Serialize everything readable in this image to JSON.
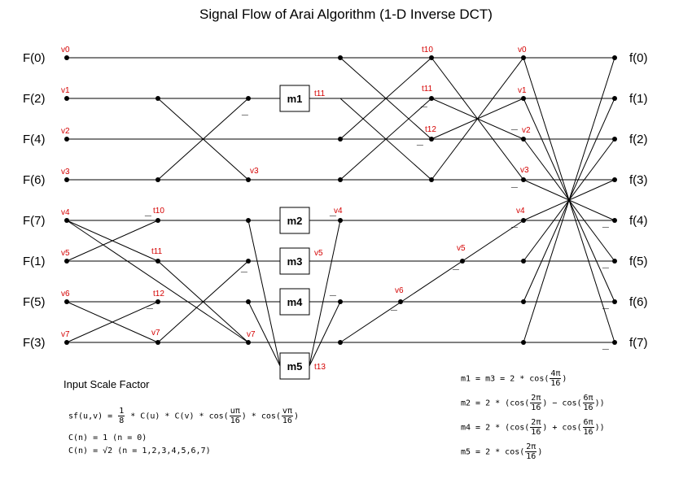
{
  "title": "Signal Flow of Arai Algorithm  (1-D Inverse DCT)",
  "inputs": [
    "F(0)",
    "F(2)",
    "F(4)",
    "F(6)",
    "F(7)",
    "F(1)",
    "F(5)",
    "F(3)"
  ],
  "outputs": [
    "f(0)",
    "f(1)",
    "f(2)",
    "f(3)",
    "f(4)",
    "f(5)",
    "f(6)",
    "f(7)"
  ],
  "multipliers": [
    "m1",
    "m2",
    "m3",
    "m4",
    "m5"
  ],
  "colors": {
    "labels": "#d40000",
    "lines": "#000000"
  },
  "node_labels": {
    "v_inputs": [
      "v0",
      "v1",
      "v2",
      "v3",
      "v4",
      "v5",
      "v6",
      "v7"
    ],
    "stage1": [
      "t10",
      "t11",
      "t12",
      "v7",
      "v3"
    ],
    "m_outputs": [
      "t11",
      "v4",
      "v5",
      "t13"
    ],
    "stage3": [
      "t10",
      "t11",
      "t12",
      "v5",
      "v6"
    ],
    "stage4": [
      "v0",
      "v1",
      "v2",
      "v3",
      "v4"
    ]
  },
  "scale_factor": {
    "title": "Input Scale Factor",
    "sf_prefix": "sf(u,v) = ",
    "sf_frac_num": "1",
    "sf_frac_den": "8",
    "sf_mid": " * C(u) * C(v) * cos(",
    "sf_u_num": "uπ",
    "sf_u_den": "16",
    "sf_mid2": ") * cos(",
    "sf_v_num": "vπ",
    "sf_v_den": "16",
    "sf_end": ")",
    "c0": "C(n) = 1 (n = 0)",
    "c1_prefix": "C(n) = ",
    "c1_root": "√2",
    "c1_suffix": " (n = 1,2,3,4,5,6,7)"
  },
  "formulas": {
    "m1_prefix": "m1 = m3 = 2 * cos(",
    "m1_num": "4π",
    "m1_den": "16",
    "m1_end": ")",
    "m2_prefix": "m2 = 2 * (cos(",
    "m2_a_num": "2π",
    "m2_a_den": "16",
    "m2_mid": ") − cos(",
    "m2_b_num": "6π",
    "m2_b_den": "16",
    "m2_end": "))",
    "m4_prefix": "m4 = 2 * (cos(",
    "m4_a_num": "2π",
    "m4_a_den": "16",
    "m4_mid": ") + cos(",
    "m4_b_num": "6π",
    "m4_b_den": "16",
    "m4_end": "))",
    "m5_prefix": "m5 = 2 * cos(",
    "m5_num": "2π",
    "m5_den": "16",
    "m5_end": ")"
  }
}
